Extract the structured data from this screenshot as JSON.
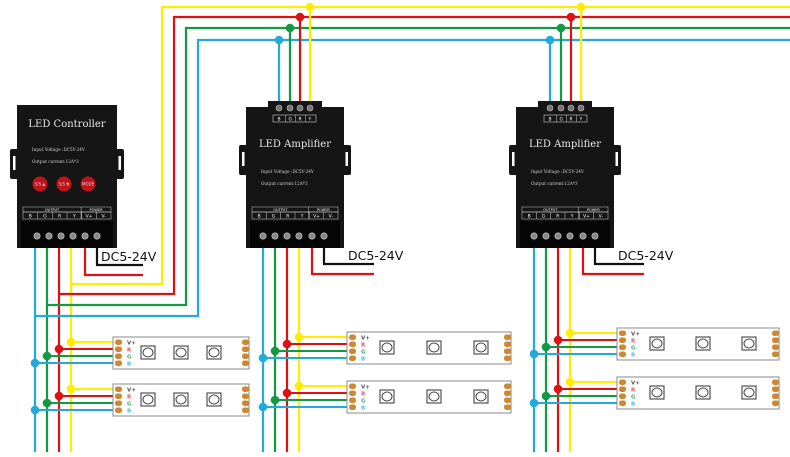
{
  "colors": {
    "yellow": "#ffee00",
    "red": "#dd1111",
    "green": "#119944",
    "blue": "#22aadd",
    "black": "#111111",
    "device_body": "#151515",
    "pad": "#cc8833",
    "strip_border": "#888888"
  },
  "controller": {
    "title": "LED Controller",
    "spec_voltage": "Input Voltage :DC5V-24V",
    "spec_current": "Output current:12A*3",
    "buttons": [
      "S/S ▲",
      "S/S ▼",
      "MODE"
    ],
    "output_group_label": "OUTPUT",
    "power_group_label": "POWER",
    "terminals": [
      "B",
      "G",
      "R",
      "Y",
      "V+",
      "V-"
    ]
  },
  "amplifiers": [
    {
      "title": "LED Amplifier",
      "spec_voltage": "Input Voltage :DC5V-24V",
      "spec_current": "Output current:12A*3",
      "input_terminals": [
        "B",
        "G",
        "R",
        "Y"
      ],
      "output_group_label": "OUTPUT",
      "power_group_label": "POWER",
      "terminals": [
        "B",
        "G",
        "R",
        "Y",
        "V+",
        "V-"
      ]
    },
    {
      "title": "LED Amplifier",
      "spec_voltage": "Input Voltage :DC5V-24V",
      "spec_current": "Output current:12A*3",
      "input_terminals": [
        "B",
        "G",
        "R",
        "Y"
      ],
      "output_group_label": "OUTPUT",
      "power_group_label": "POWER",
      "terminals": [
        "B",
        "G",
        "R",
        "Y",
        "V+",
        "V-"
      ]
    }
  ],
  "power_supply_labels": [
    "DC5-24V",
    "DC5-24V",
    "DC5-24V"
  ],
  "led_strips": {
    "pin_labels": [
      "V+",
      "R",
      "G",
      "B"
    ],
    "leds_per_strip": 3,
    "count_per_device": 2
  }
}
